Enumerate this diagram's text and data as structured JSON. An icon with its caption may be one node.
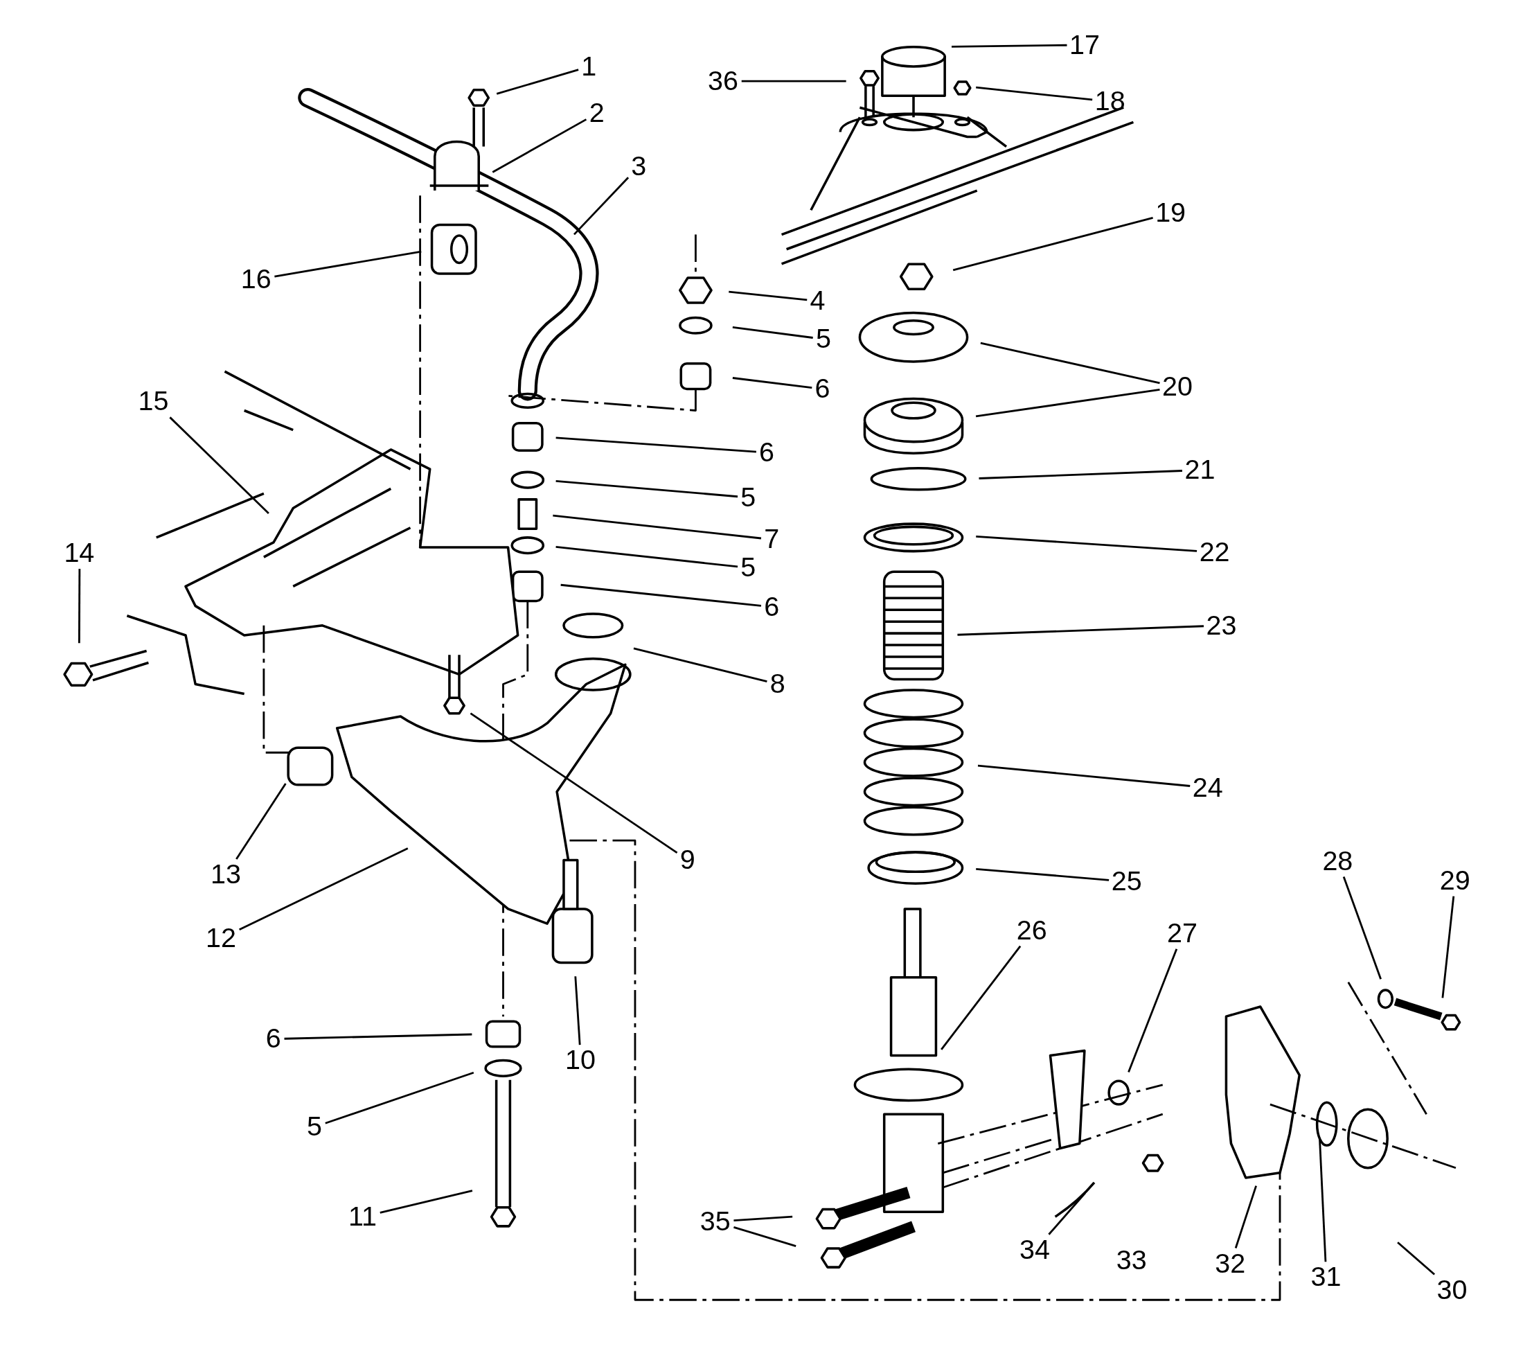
{
  "diagram": {
    "nodes": [
      {
        "text": [
          "1"
        ]
      },
      {
        "text": [
          "2"
        ]
      },
      {
        "text": [
          "3"
        ]
      },
      {
        "text": [
          "36"
        ]
      },
      {
        "text": [
          "17"
        ]
      },
      {
        "text": [
          "18"
        ]
      },
      {
        "text": [
          "16"
        ]
      },
      {
        "text": [
          "19"
        ]
      },
      {
        "text": [
          "4"
        ]
      },
      {
        "text": [
          "5"
        ]
      },
      {
        "text": [
          "6"
        ]
      },
      {
        "text": [
          "15"
        ]
      },
      {
        "text": [
          "20"
        ]
      },
      {
        "text": [
          "6"
        ]
      },
      {
        "text": [
          "21"
        ]
      },
      {
        "text": [
          "5"
        ]
      },
      {
        "text": [
          "7"
        ]
      },
      {
        "text": [
          "22"
        ]
      },
      {
        "text": [
          "5"
        ]
      },
      {
        "text": [
          "14"
        ]
      },
      {
        "text": [
          "6"
        ]
      },
      {
        "text": [
          "23"
        ]
      },
      {
        "text": [
          "8"
        ]
      },
      {
        "text": [
          "9"
        ]
      },
      {
        "text": [
          "13"
        ]
      },
      {
        "text": [
          "24"
        ]
      },
      {
        "text": [
          "12"
        ]
      },
      {
        "text": [
          "25"
        ]
      },
      {
        "text": [
          "28"
        ]
      },
      {
        "text": [
          "29"
        ]
      },
      {
        "text": [
          "26"
        ]
      },
      {
        "text": [
          "27"
        ]
      },
      {
        "text": [
          "10"
        ]
      },
      {
        "text": [
          "6"
        ]
      },
      {
        "text": [
          "5"
        ]
      },
      {
        "text": [
          "11"
        ]
      },
      {
        "text": [
          "35"
        ]
      },
      {
        "text": [
          "34"
        ]
      },
      {
        "text": [
          "32"
        ]
      },
      {
        "text": [
          "31"
        ]
      },
      {
        "text": [
          "30"
        ]
      }
    ],
    "edges": [
      {
        "from": 0,
        "to": null,
        "arrow": "none"
      },
      {
        "from": 1,
        "to": null,
        "arrow": "none"
      },
      {
        "from": 2,
        "to": null,
        "arrow": "none"
      },
      {
        "from": 3,
        "to": null,
        "arrow": "none"
      },
      {
        "from": 4,
        "to": null,
        "arrow": "none"
      },
      {
        "from": 5,
        "to": null,
        "arrow": "none"
      },
      {
        "from": 6,
        "to": null,
        "arrow": "none"
      },
      {
        "from": 7,
        "to": null,
        "arrow": "none"
      },
      {
        "from": 8,
        "to": null,
        "arrow": "none"
      },
      {
        "from": 9,
        "to": null,
        "arrow": "none"
      },
      {
        "from": 10,
        "to": null,
        "arrow": "none"
      },
      {
        "from": 11,
        "to": null,
        "arrow": "none"
      },
      {
        "from": 12,
        "to": null,
        "arrow": "none"
      },
      {
        "from": 12,
        "to": null,
        "arrow": "none"
      },
      {
        "from": 13,
        "to": null,
        "arrow": "none"
      },
      {
        "from": 14,
        "to": null,
        "arrow": "none"
      },
      {
        "from": 15,
        "to": null,
        "arrow": "none"
      },
      {
        "from": 16,
        "to": null,
        "arrow": "none"
      },
      {
        "from": 17,
        "to": null,
        "arrow": "none"
      },
      {
        "from": 18,
        "to": null,
        "arrow": "none"
      },
      {
        "from": 19,
        "to": null,
        "arrow": "none"
      },
      {
        "from": 20,
        "to": null,
        "arrow": "none"
      },
      {
        "from": 21,
        "to": null,
        "arrow": "none"
      },
      {
        "from": 22,
        "to": null,
        "arrow": "none"
      },
      {
        "from": 23,
        "to": null,
        "arrow": "none"
      },
      {
        "from": 24,
        "to": null,
        "arrow": "none"
      },
      {
        "from": 25,
        "to": null,
        "arrow": "none"
      },
      {
        "from": 26,
        "to": null,
        "arrow": "none"
      },
      {
        "from": 27,
        "to": null,
        "arrow": "none"
      },
      {
        "from": 28,
        "to": null,
        "arrow": "none"
      },
      {
        "from": 29,
        "to": null,
        "arrow": "none"
      },
      {
        "from": 30,
        "to": null,
        "arrow": "none"
      },
      {
        "from": 31,
        "to": null,
        "arrow": "none"
      },
      {
        "from": 32,
        "to": null,
        "arrow": "none"
      },
      {
        "from": 33,
        "to": null,
        "arrow": "none"
      },
      {
        "from": 34,
        "to": null,
        "arrow": "none"
      },
      {
        "from": 35,
        "to": null,
        "arrow": "none"
      },
      {
        "from": 36,
        "to": null,
        "arrow": "none"
      },
      {
        "from": 36,
        "to": null,
        "arrow": "none"
      },
      {
        "from": 37,
        "to": null,
        "arrow": "none"
      },
      {
        "from": 38,
        "to": null,
        "arrow": "none"
      },
      {
        "from": 39,
        "to": null,
        "arrow": "none"
      },
      {
        "from": 40,
        "to": null,
        "arrow": "none"
      }
    ],
    "labels": [
      "33"
    ]
  }
}
